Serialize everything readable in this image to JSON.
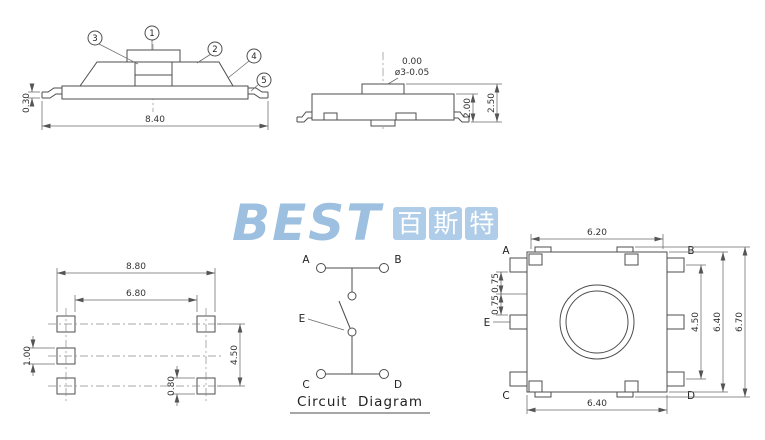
{
  "watermark": {
    "en": "BEST",
    "cn1": "百",
    "cn2": "斯",
    "cn3": "特"
  },
  "side_view": {
    "callout_1": "1",
    "callout_2": "2",
    "callout_3": "3",
    "callout_4": "4",
    "callout_5": "5",
    "dim_width": "8.40",
    "dim_lead_thickness": "0.30"
  },
  "front_view": {
    "tolerance_upper": "0.00",
    "actuator_dia": "ø3-0.05",
    "dim_body_height": "2.00",
    "dim_total_height": "2.50"
  },
  "footprint": {
    "dim_outer_span": "8.80",
    "dim_inner_span": "6.80",
    "dim_pad_height": "1.00",
    "dim_row_span": "4.50",
    "dim_pad_height_small": "0.80"
  },
  "circuit": {
    "title": "Circuit  Diagram",
    "node_a": "A",
    "node_b": "B",
    "node_e": "E",
    "node_c": "C",
    "node_d": "D"
  },
  "top_view": {
    "dim_top_width": "6.20",
    "dim_bottom_width": "6.40",
    "dim_pin_offset_1": "0.75",
    "dim_pin_offset_2": "0.75",
    "dim_pin_span": "4.50",
    "dim_body_height": "6.40",
    "dim_total_height": "6.70",
    "pin_a": "A",
    "pin_b": "B",
    "pin_e": "E",
    "pin_c": "C",
    "pin_d": "D"
  }
}
